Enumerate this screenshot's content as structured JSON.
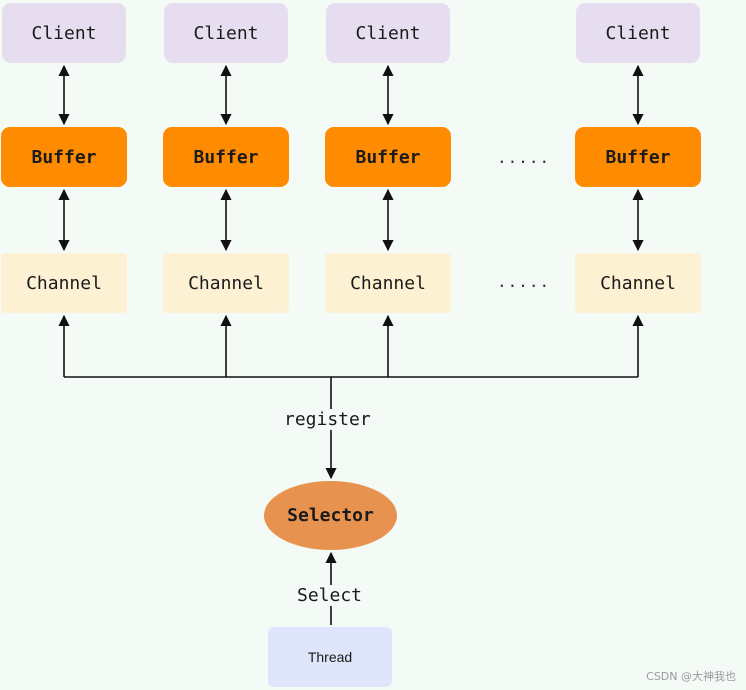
{
  "nodes": {
    "client_label": "Client",
    "buffer_label": "Buffer",
    "channel_label": "Channel",
    "ellipsis": ".....",
    "selector_label": "Selector",
    "thread_label": "Thread"
  },
  "edges": {
    "register_label": "register",
    "select_label": "Select"
  },
  "colors": {
    "client": "#e6def0",
    "buffer": "#ff8c00",
    "channel": "#fdf1d4",
    "selector": "#e8924f",
    "thread": "#dfe5fa",
    "line": "#111111"
  },
  "watermark": "CSDN @大神我也"
}
